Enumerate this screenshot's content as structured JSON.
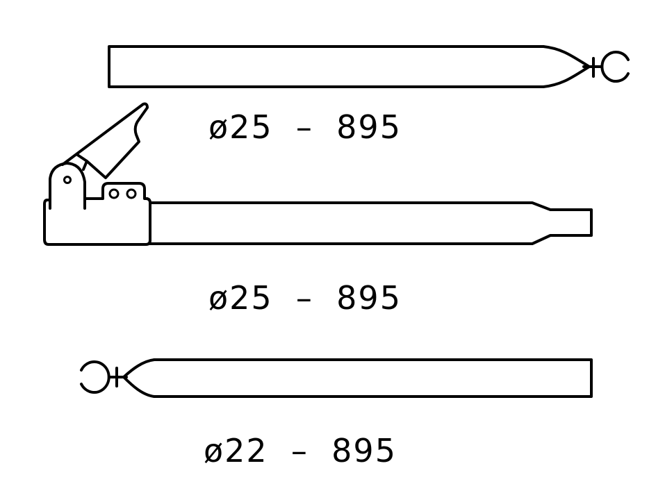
{
  "diagram": {
    "type": "technical-drawing",
    "line_color": "#000000",
    "background": "#ffffff",
    "parts": [
      {
        "id": "top-pole",
        "description": "Pole with tapered end and ring/hook on the right",
        "label": "ø25  –  895",
        "diameter": "25",
        "length": "895"
      },
      {
        "id": "middle-pole",
        "description": "Pole with clamp/lever lock on the left and stepped-down end on the right",
        "label": "ø25  –  895",
        "diameter": "25",
        "length": "895"
      },
      {
        "id": "bottom-pole",
        "description": "Pole with ring/hook and tapered end on the left",
        "label": "ø22  –  895",
        "diameter": "22",
        "length": "895"
      }
    ]
  }
}
